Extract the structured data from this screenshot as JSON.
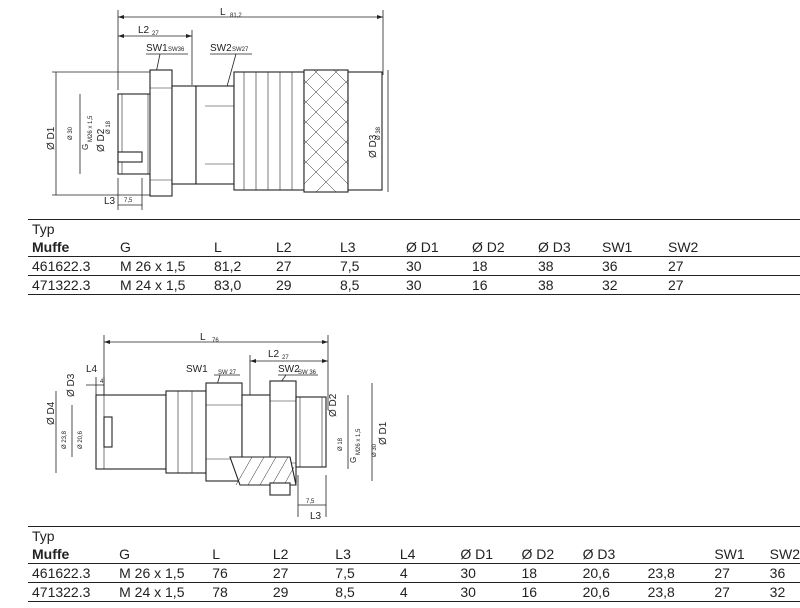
{
  "drawing_top": {
    "L": "L",
    "L_val": "81,2",
    "L2": "L2",
    "L2_val": "27",
    "SW1": "SW1",
    "SW1_val": "SW36",
    "SW2": "SW2",
    "SW2_val": "SW27",
    "D1": "Ø D1",
    "D1_val": "Ø 30",
    "G": "G",
    "G_val": "M26 x 1,5",
    "D2": "Ø D2",
    "D2_val": "Ø 18",
    "D3": "Ø D3",
    "D3_val": "Ø 38",
    "L3": "L3",
    "L3_val": "7,5"
  },
  "table_top": {
    "typ": "Typ",
    "headers": [
      "Muffe",
      "G",
      "L",
      "L2",
      "L3",
      "Ø D1",
      "Ø D2",
      "Ø D3",
      "SW1",
      "SW2"
    ],
    "rows": [
      [
        "461622.3",
        "M 26 x 1,5",
        "81,2",
        "27",
        "7,5",
        "30",
        "18",
        "38",
        "36",
        "27"
      ],
      [
        "471322.3",
        "M 24 x 1,5",
        "83,0",
        "29",
        "8,5",
        "30",
        "16",
        "38",
        "32",
        "27"
      ]
    ]
  },
  "drawing_bottom": {
    "L": "L",
    "L_val": "76",
    "L4": "L4",
    "L4_val": "4",
    "SW1": "SW1",
    "SW1_val": "SW 27",
    "SW2": "SW2",
    "SW2_val": "SW 36",
    "L2": "L2",
    "L2_val": "27",
    "D3": "Ø D3",
    "D4": "Ø D4",
    "D4_val": "Ø 23,8",
    "D3_val": "Ø 20,6",
    "D2": "Ø D2",
    "D2_val": "Ø 18",
    "G": "G",
    "G_val": "M26 x 1,5",
    "D1": "Ø D1",
    "D1_val": "Ø 30",
    "L3": "L3",
    "L3_val": "7,5"
  },
  "table_bottom": {
    "typ": "Typ",
    "headers": [
      "Muffe",
      "G",
      "L",
      "L2",
      "L3",
      "L4",
      "Ø D1",
      "Ø D2",
      "Ø D3",
      "",
      "SW1",
      "SW2"
    ],
    "rows": [
      [
        "461622.3",
        "M 26 x 1,5",
        "76",
        "27",
        "7,5",
        "4",
        "30",
        "18",
        "20,6",
        "23,8",
        "27",
        "36"
      ],
      [
        "471322.3",
        "M 24 x 1,5",
        "78",
        "29",
        "8,5",
        "4",
        "30",
        "16",
        "20,6",
        "23,8",
        "27",
        "32"
      ]
    ]
  }
}
